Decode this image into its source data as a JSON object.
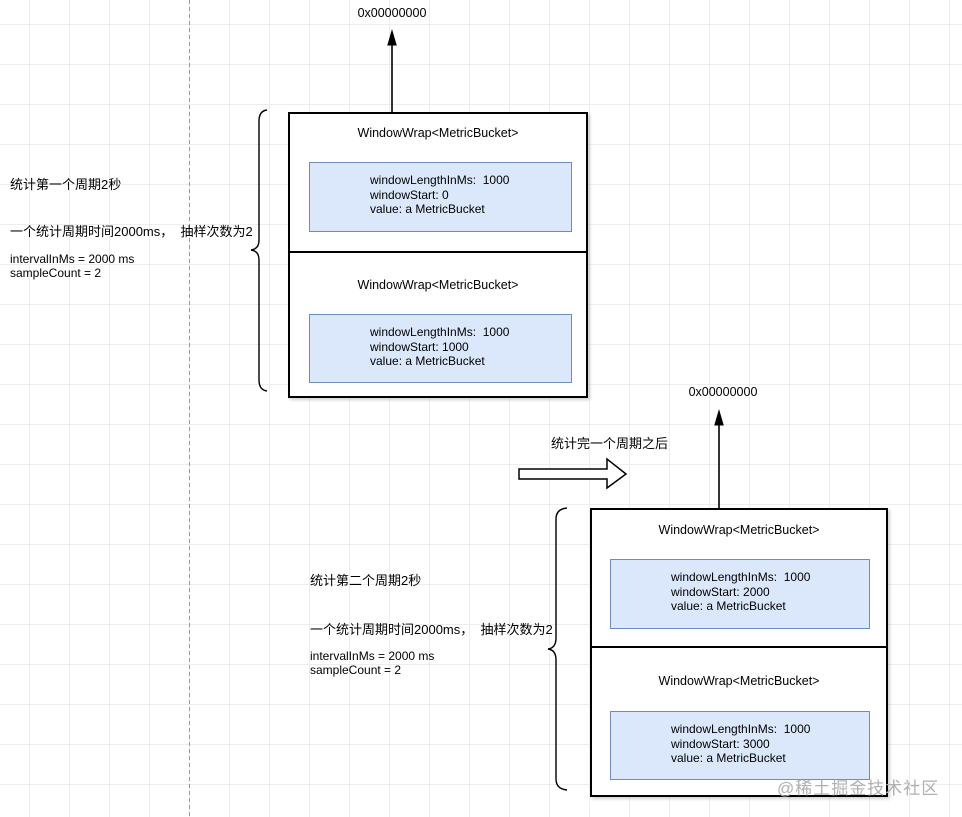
{
  "transition_label": "统计完一个周期之后",
  "watermark": "@稀土掘金技术社区",
  "groups": [
    {
      "memory_address": "0x00000000",
      "notes": [
        "统计第一个周期2秒",
        "一个统计周期时间2000ms，  抽样次数为2",
        "intervalInMs = 2000 ms",
        "sampleCount = 2"
      ],
      "cells": [
        {
          "title": "WindowWrap<MetricBucket>",
          "lines": [
            "windowLengthInMs:  1000",
            "windowStart: 0",
            "value: a MetricBucket"
          ]
        },
        {
          "title": "WindowWrap<MetricBucket>",
          "lines": [
            "windowLengthInMs:  1000",
            "windowStart: 1000",
            "value: a MetricBucket"
          ]
        }
      ]
    },
    {
      "memory_address": "0x00000000",
      "notes": [
        "统计第二个周期2秒",
        "一个统计周期时间2000ms，  抽样次数为2",
        "intervalInMs = 2000 ms",
        "sampleCount = 2"
      ],
      "cells": [
        {
          "title": "WindowWrap<MetricBucket>",
          "lines": [
            "windowLengthInMs:  1000",
            "windowStart: 2000",
            "value: a MetricBucket"
          ]
        },
        {
          "title": "WindowWrap<MetricBucket>",
          "lines": [
            "windowLengthInMs:  1000",
            "windowStart: 3000",
            "value: a MetricBucket"
          ]
        }
      ]
    }
  ]
}
